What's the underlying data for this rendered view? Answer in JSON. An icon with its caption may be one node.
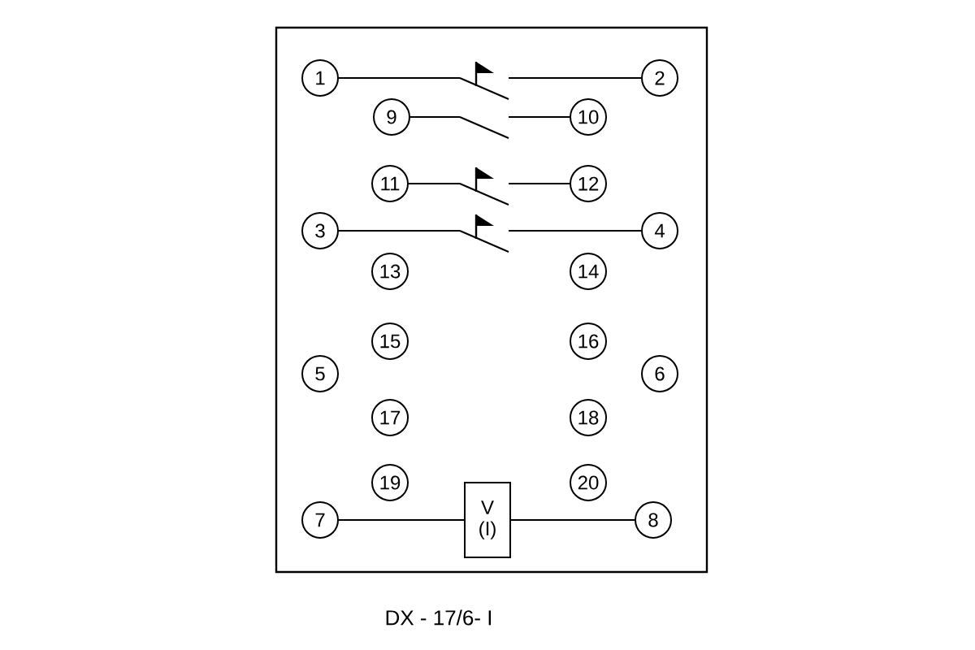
{
  "diagram": {
    "caption": "DX - 17/6- I",
    "nodes": [
      {
        "text": [],
        "shape": "box"
      },
      {
        "text": [
          "1"
        ],
        "in": 0
      },
      {
        "text": [],
        "shape": "switch",
        "in": 0
      },
      {
        "text": [
          "2"
        ],
        "in": 0
      },
      {
        "text": [
          "9"
        ],
        "in": 0
      },
      {
        "text": [],
        "shape": "switch",
        "in": 0
      },
      {
        "text": [
          "10"
        ],
        "in": 0
      },
      {
        "text": [
          "11"
        ],
        "in": 0
      },
      {
        "text": [],
        "shape": "switch",
        "in": 0
      },
      {
        "text": [
          "12"
        ],
        "in": 0
      },
      {
        "text": [
          "3"
        ],
        "in": 0
      },
      {
        "text": [],
        "shape": "switch",
        "in": 0
      },
      {
        "text": [
          "4"
        ],
        "in": 0
      },
      {
        "text": [
          "13"
        ],
        "in": 0
      },
      {
        "text": [
          "14"
        ],
        "in": 0
      },
      {
        "text": [
          "15"
        ],
        "in": 0
      },
      {
        "text": [
          "16"
        ],
        "in": 0
      },
      {
        "text": [
          "5"
        ],
        "in": 0
      },
      {
        "text": [
          "6"
        ],
        "in": 0
      },
      {
        "text": [
          "17"
        ],
        "in": 0
      },
      {
        "text": [
          "18"
        ],
        "in": 0
      },
      {
        "text": [
          "19"
        ],
        "in": 0
      },
      {
        "text": [
          "20"
        ],
        "in": 0
      },
      {
        "text": [
          "V",
          "(I)"
        ],
        "in": 0
      },
      {
        "text": [
          "7"
        ],
        "in": 0
      },
      {
        "text": [
          "8"
        ],
        "in": 0
      }
    ],
    "edges": [
      {
        "from": 1,
        "to": 2,
        "arrow": "none"
      },
      {
        "from": 2,
        "to": 3,
        "arrow": "none"
      },
      {
        "from": 4,
        "to": 5,
        "arrow": "none"
      },
      {
        "from": 5,
        "to": 6,
        "arrow": "none"
      },
      {
        "from": 7,
        "to": 8,
        "arrow": "none"
      },
      {
        "from": 8,
        "to": 9,
        "arrow": "none"
      },
      {
        "from": 10,
        "to": 11,
        "arrow": "none"
      },
      {
        "from": 11,
        "to": 12,
        "arrow": "none"
      },
      {
        "from": 24,
        "to": 23,
        "arrow": "none"
      },
      {
        "from": 23,
        "to": 25,
        "arrow": "none"
      }
    ]
  }
}
